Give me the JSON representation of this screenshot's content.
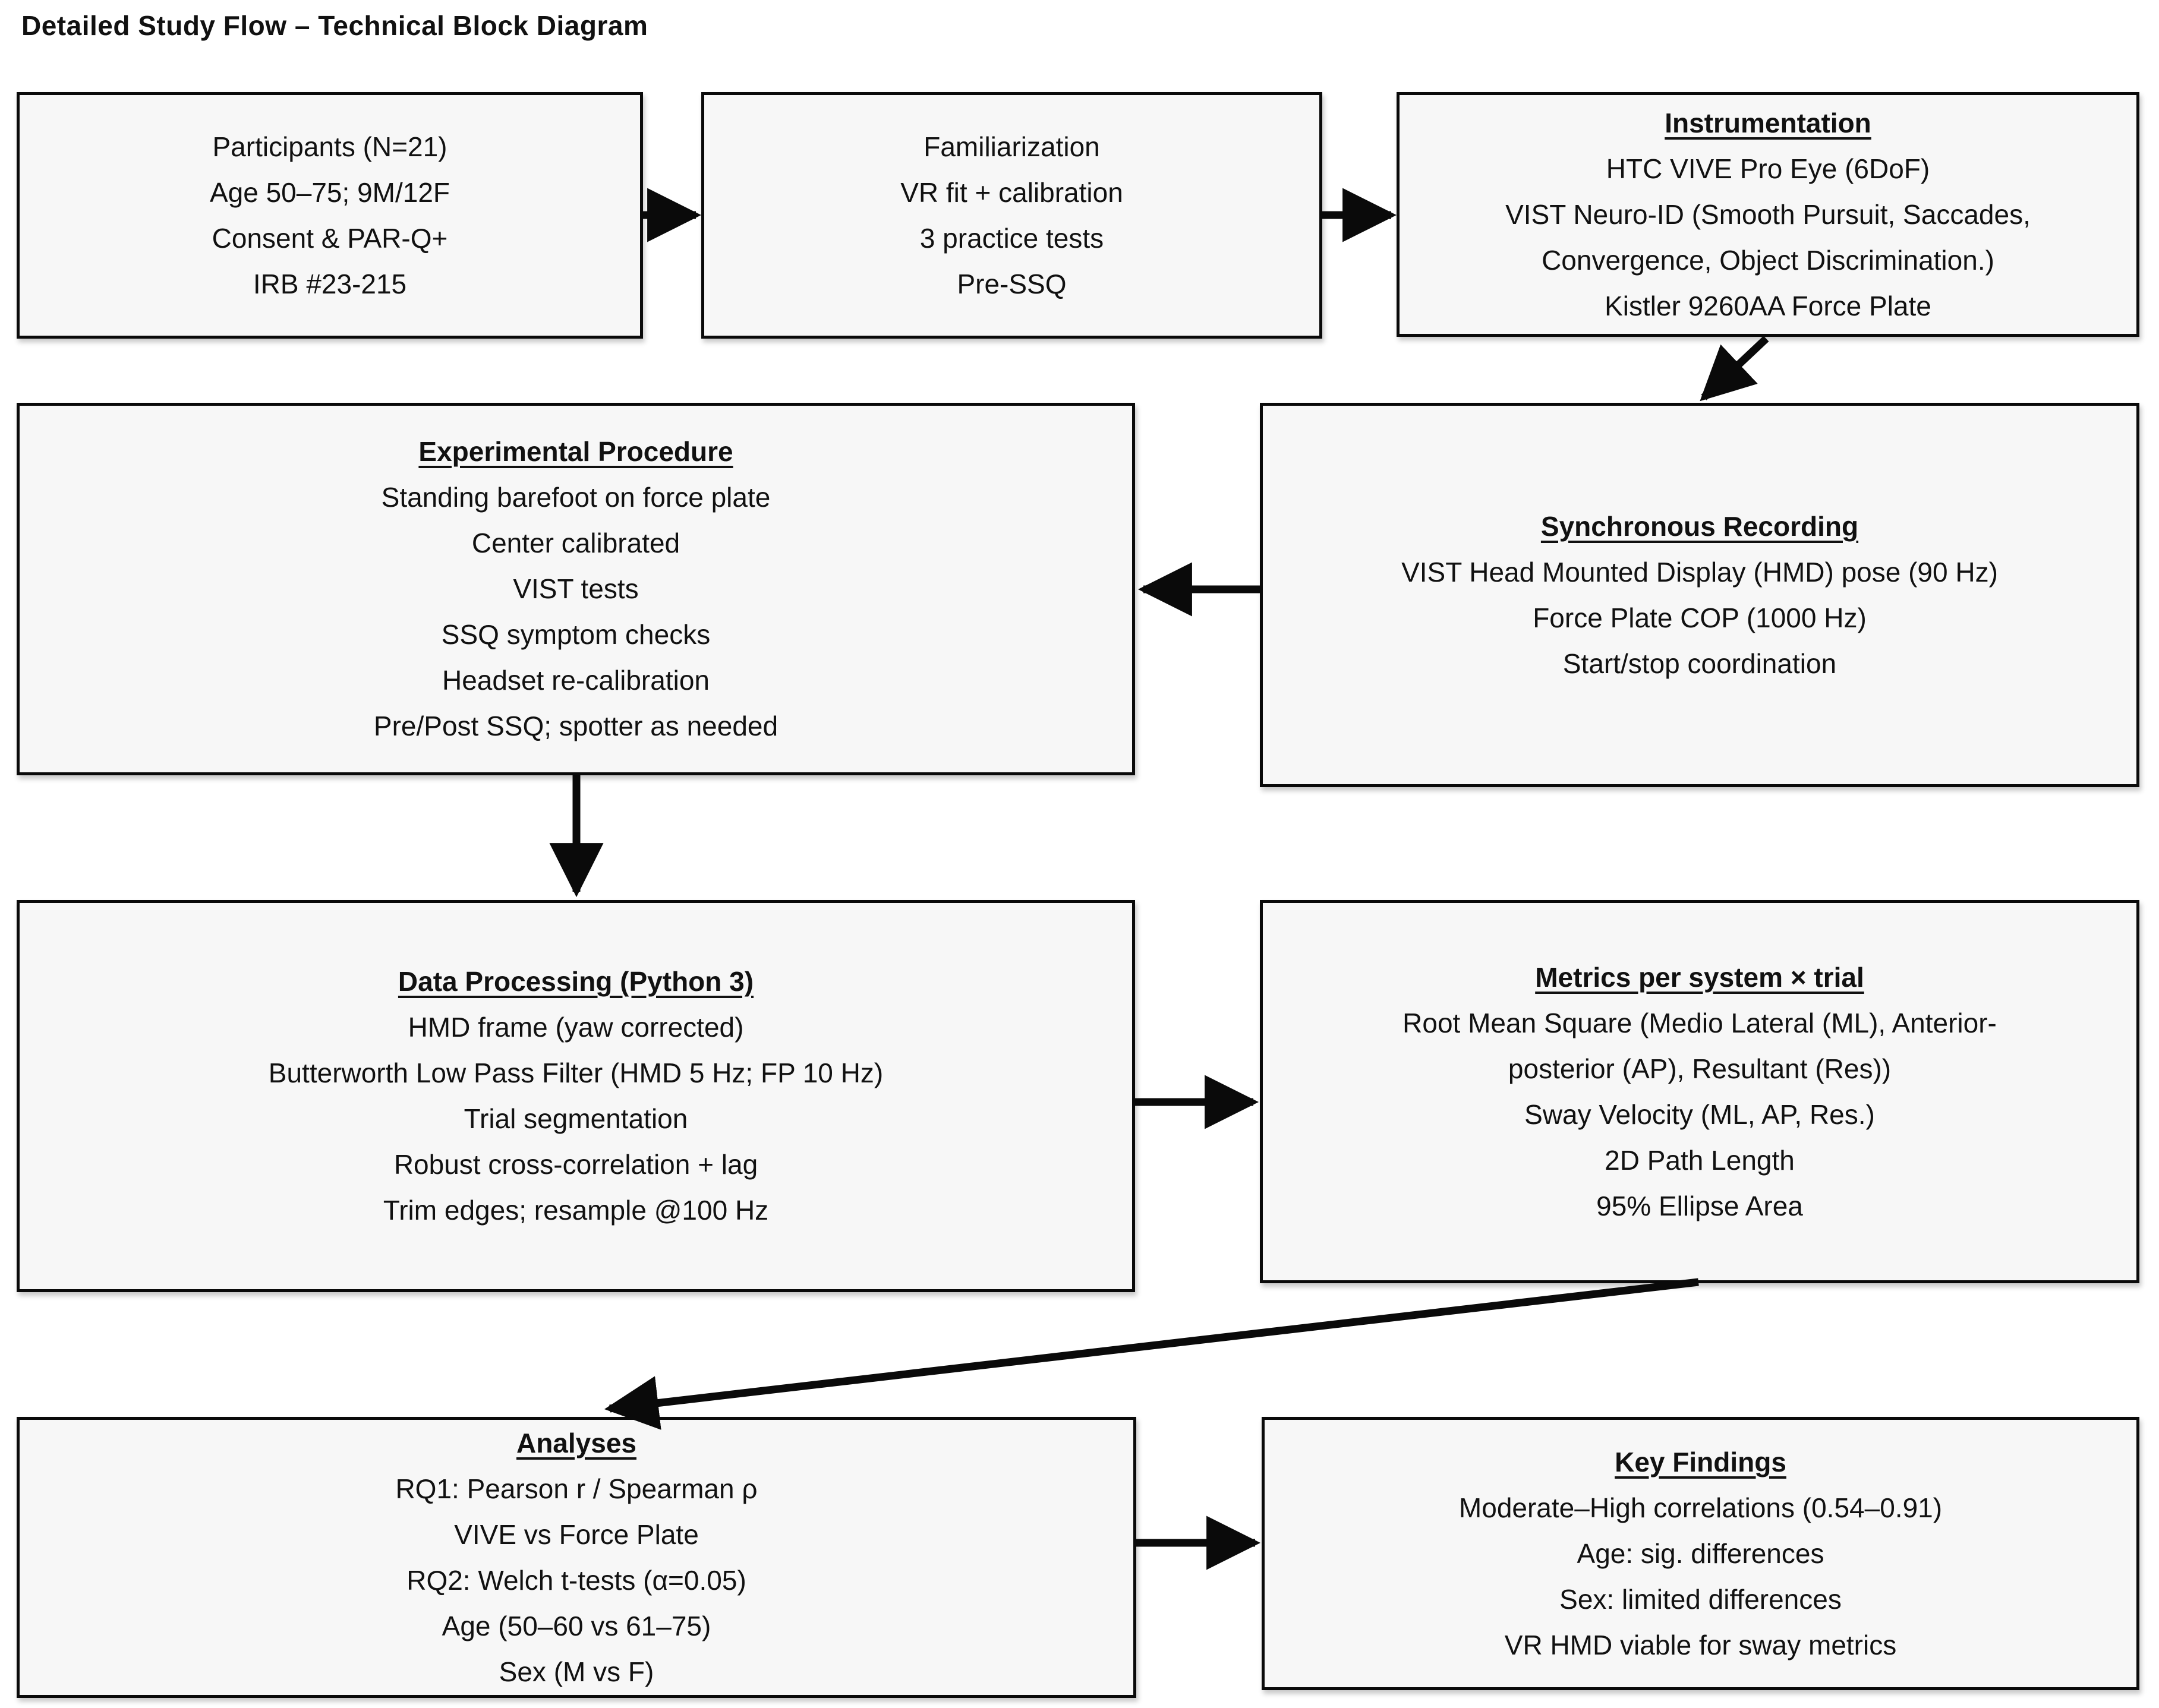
{
  "title": "Detailed Study Flow – Technical Block Diagram",
  "colors": {
    "background": "#ffffff",
    "box_fill": "#f7f7f7",
    "box_border": "#0a0a0a",
    "text": "#111111",
    "arrow": "#0a0a0a"
  },
  "boxes": [
    {
      "id": "participants",
      "lines": [
        "Participants (N=21)",
        "Age 50–75; 9M/12F",
        "Consent & PAR-Q+",
        "IRB #23-215"
      ]
    },
    {
      "id": "familiarization",
      "lines": [
        "Familiarization",
        "VR fit + calibration",
        "3 practice tests",
        "Pre-SSQ"
      ]
    },
    {
      "id": "instrumentation",
      "heading": "Instrumentation",
      "lines": [
        "HTC VIVE Pro Eye (6DoF)",
        "VIST Neuro-ID (Smooth Pursuit, Saccades,",
        "Convergence, Object Discrimination.)",
        "Kistler 9260AA Force Plate"
      ]
    },
    {
      "id": "experimental-procedure",
      "heading": "Experimental Procedure",
      "lines": [
        "Standing barefoot on force plate",
        "Center calibrated",
        "VIST tests",
        "SSQ symptom checks",
        "Headset re-calibration",
        "Pre/Post SSQ; spotter as needed"
      ]
    },
    {
      "id": "synchronous-recording",
      "heading": "Synchronous Recording",
      "lines": [
        "VIST Head Mounted Display (HMD) pose (90 Hz)",
        "Force Plate COP (1000 Hz)",
        "Start/stop coordination"
      ]
    },
    {
      "id": "data-processing",
      "heading": "Data Processing (Python 3)",
      "lines": [
        "HMD frame (yaw corrected)",
        "Butterworth Low Pass Filter (HMD 5 Hz; FP 10 Hz)",
        "Trial segmentation",
        "Robust cross-correlation + lag",
        "Trim edges; resample @100 Hz"
      ]
    },
    {
      "id": "metrics-per-system-trial",
      "heading": "Metrics per system × trial",
      "lines": [
        "Root Mean Square (Medio Lateral (ML), Anterior-",
        "posterior (AP), Resultant (Res))",
        "Sway Velocity (ML, AP, Res.)",
        "2D Path Length",
        "95% Ellipse Area"
      ]
    },
    {
      "id": "analyses",
      "heading": "Analyses",
      "lines": [
        "RQ1: Pearson r / Spearman ρ",
        "VIVE vs Force Plate",
        "RQ2: Welch t-tests (α=0.05)",
        "Age (50–60 vs 61–75)",
        "Sex (M vs F)"
      ]
    },
    {
      "id": "key-findings",
      "heading": "Key Findings",
      "lines": [
        "Moderate–High correlations (0.54–0.91)",
        "Age: sig. differences",
        "Sex: limited differences",
        "VR HMD viable for sway metrics"
      ]
    }
  ],
  "connections": [
    {
      "from": "participants",
      "to": "familiarization"
    },
    {
      "from": "familiarization",
      "to": "instrumentation"
    },
    {
      "from": "instrumentation",
      "to": "synchronous-recording"
    },
    {
      "from": "synchronous-recording",
      "to": "experimental-procedure"
    },
    {
      "from": "experimental-procedure",
      "to": "data-processing"
    },
    {
      "from": "data-processing",
      "to": "metrics-per-system-trial"
    },
    {
      "from": "metrics-per-system-trial",
      "to": "analyses"
    },
    {
      "from": "analyses",
      "to": "key-findings"
    }
  ]
}
